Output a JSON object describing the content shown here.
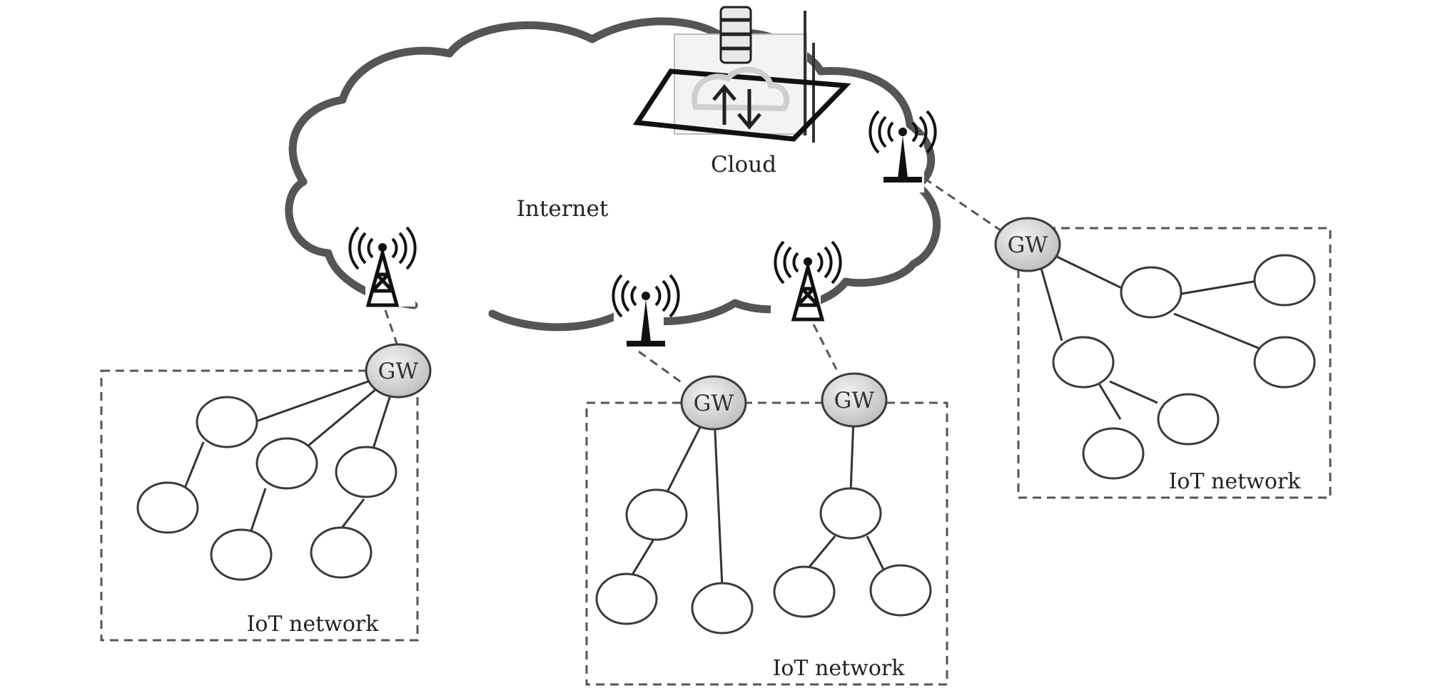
{
  "labels": {
    "cloud": "Cloud",
    "internet": "Internet",
    "gateway": "GW",
    "iot_network": "IoT network"
  },
  "colors": {
    "cloud_outline": "#555555",
    "gateway_fill": "#d9d9d9",
    "node_stroke": "#3a3a3a",
    "dashed_box": "#555555",
    "tower": "#111111"
  },
  "icons": [
    "cloud-server-icon",
    "antenna-tower-icon",
    "radio-mast-icon"
  ]
}
